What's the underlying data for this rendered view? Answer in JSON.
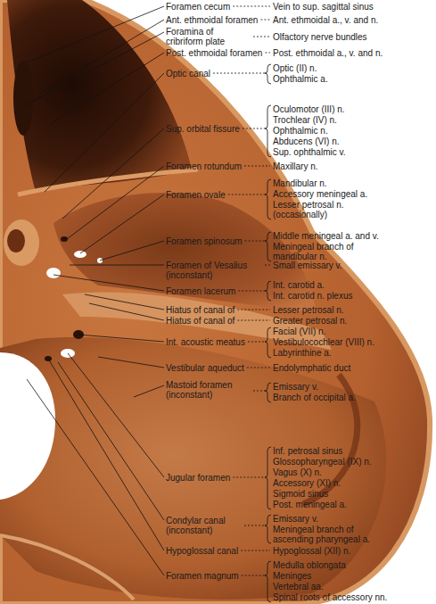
{
  "diagram": {
    "labels": [
      "Foramen cecum",
      "Vein to sup. sagittal sinus",
      "Ant. ethmoidal foramen",
      "Ant. ethmoidal a., v. and n.",
      "Foramina of cribriform plate",
      "Olfactory nerve bundles",
      "Post. ethmoidal foramen",
      "Post. ethmoidal a., v. and n.",
      "Optic canal",
      "Optic (II) n.",
      "Ophthalmic a.",
      "Sup. orbital fissure",
      "Oculomotor (III) n.",
      "Trochlear (IV) n.",
      "Ophthalmic n.",
      "Abducens (VI) n.",
      "Sup. ophthalmic v.",
      "Foramen rotundum",
      "Maxillary n.",
      "Foramen ovale",
      "Mandibular n.",
      "Accessory meningeal a.",
      "Lesser petrosal n. (occasionally)",
      "Foramen spinosum",
      "Middle meningeal a. and v.",
      "Meningeal branch of mandibular n.",
      "Foramen of Vesalius (inconstant)",
      "Small emissary v.",
      "Foramen lacerum",
      "Int. carotid a.",
      "Int. carotid n. plexus",
      "Hiatus of canal of",
      "Lesser petrosal n.",
      "Hiatus of canal of",
      "Greater petrosal n.",
      "Int. acoustic meatus",
      "Facial (VII) n.",
      "Vestibulocochlear (VIII) n.",
      "Labyrinthine a.",
      "Vestibular aqueduct",
      "Endolymphatic duct",
      "Mastoid foramen (inconstant)",
      "Emissary v.",
      "Branch of occipital a.",
      "Jugular foramen",
      "Inf. petrosal sinus",
      "Glossopharyngeal (IX) n.",
      "Vagus (X) n.",
      "Accessory (XI) n.",
      "Sigmoid sinus",
      "Post. meningeal a.",
      "Condylar canal (inconstant)",
      "Emissary v.",
      "Meningeal branch of ascending pharyngeal a.",
      "Hypoglossal canal",
      "Hypoglossal (XII) n.",
      "Foramen magnum",
      "Medulla oblongata",
      "Meninges",
      "Vertebral aa.",
      "Spinal roots of accessory nn."
    ]
  }
}
